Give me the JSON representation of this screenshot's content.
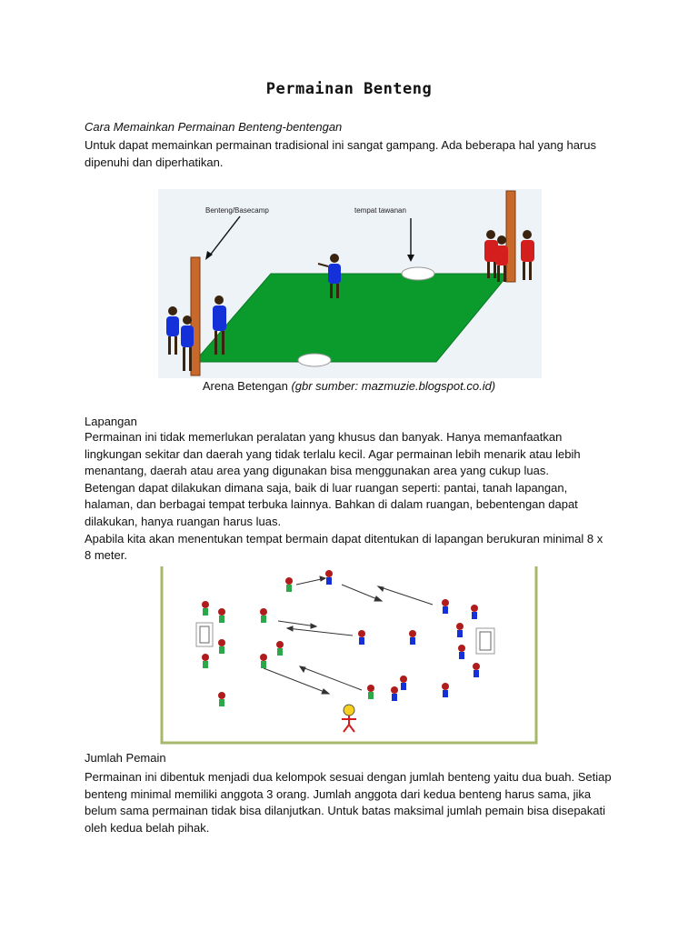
{
  "title": "Permainan Benteng",
  "subtitle": "Cara Memainkan Permainan Benteng-bentengan",
  "intro": "Untuk dapat memainkan permainan tradisional ini sangat gampang. Ada beberapa hal yang harus\ndipenuhi dan diperhatikan.",
  "figure1": {
    "label_benteng": "Benteng/Basecamp",
    "label_tawanan": "tempat tawanan",
    "caption_main": "Arena Betengan",
    "caption_source": "(gbr sumber: mazmuzie.blogspot.co.id)",
    "field_color": "#0b9b2c",
    "team_blue": "#1430d8",
    "team_red": "#d41e1e",
    "post_color": "#c8682a"
  },
  "lapangan": {
    "heading": "Lapangan",
    "body": "Permainan ini tidak memerlukan peralatan yang khusus dan banyak. Hanya memanfaatkan\nlingkungan sekitar dan daerah yang tidak terlalu kecil. Agar permainan lebih menarik atau lebih\nmenantang, daerah atau area yang digunakan bisa menggunakan area yang cukup luas.\nBetengan dapat dilakukan dimana saja, baik di luar ruangan seperti: pantai, tanah lapangan,\nhalaman, dan berbagai tempat terbuka lainnya. Bahkan di dalam ruangan,  bebentengan dapat\ndilakukan, hanya ruangan harus luas.\nApabila kita akan menentukan tempat bermain dapat ditentukan di lapangan berukuran minimal 8 x\n8 meter."
  },
  "jumlah": {
    "heading": "Jumlah Pemain",
    "body": "Permainan ini dibentuk menjadi dua kelompok sesuai dengan jumlah benteng yaitu dua buah. Setiap\nbenteng minimal memiliki anggota 3 orang. Jumlah anggota dari kedua benteng harus sama, jika\nbelum sama permainan tidak bisa dilanjutkan. Untuk batas maksimal jumlah pemain bisa disepakati\noleh kedua belah pihak."
  }
}
